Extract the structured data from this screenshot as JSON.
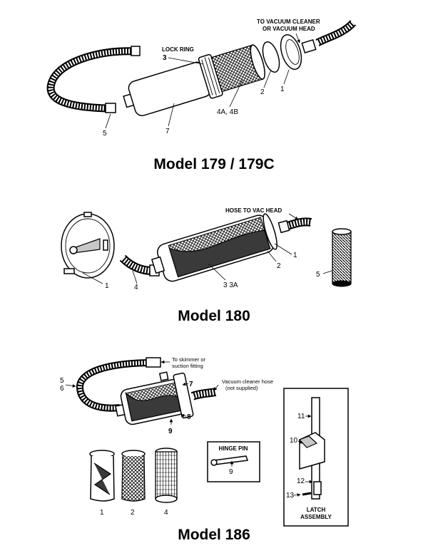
{
  "diagram": {
    "model_179": {
      "title": "Model 179 / 179C",
      "callout_vacuum_line1": "TO VACUUM CLEANER",
      "callout_vacuum_line2": "OR VACUUM HEAD",
      "callout_lock_ring": "LOCK RING",
      "parts": [
        "3",
        "2",
        "1",
        "4A, 4B",
        "5",
        "7"
      ]
    },
    "model_180": {
      "title": "Model 180",
      "callout_hose": "HOSE TO VAC HEAD",
      "parts": [
        "1",
        "2",
        "1",
        "4",
        "3  3A",
        "5"
      ]
    },
    "model_186": {
      "title": "Model 186",
      "callout_skimmer_line1": "To skimmer or",
      "callout_skimmer_line2": "suction fitting",
      "callout_vac_line1": "Vacuum cleaner hose",
      "callout_vac_line2": "(not supplied)",
      "hinge_pin_label": "HINGE PIN",
      "latch_label_line1": "LATCH",
      "latch_label_line2": "ASSEMBLY",
      "parts": [
        "5",
        "6",
        "7",
        "8",
        "9",
        "9",
        "1",
        "2",
        "4",
        "11",
        "10",
        "12",
        "13"
      ]
    }
  }
}
